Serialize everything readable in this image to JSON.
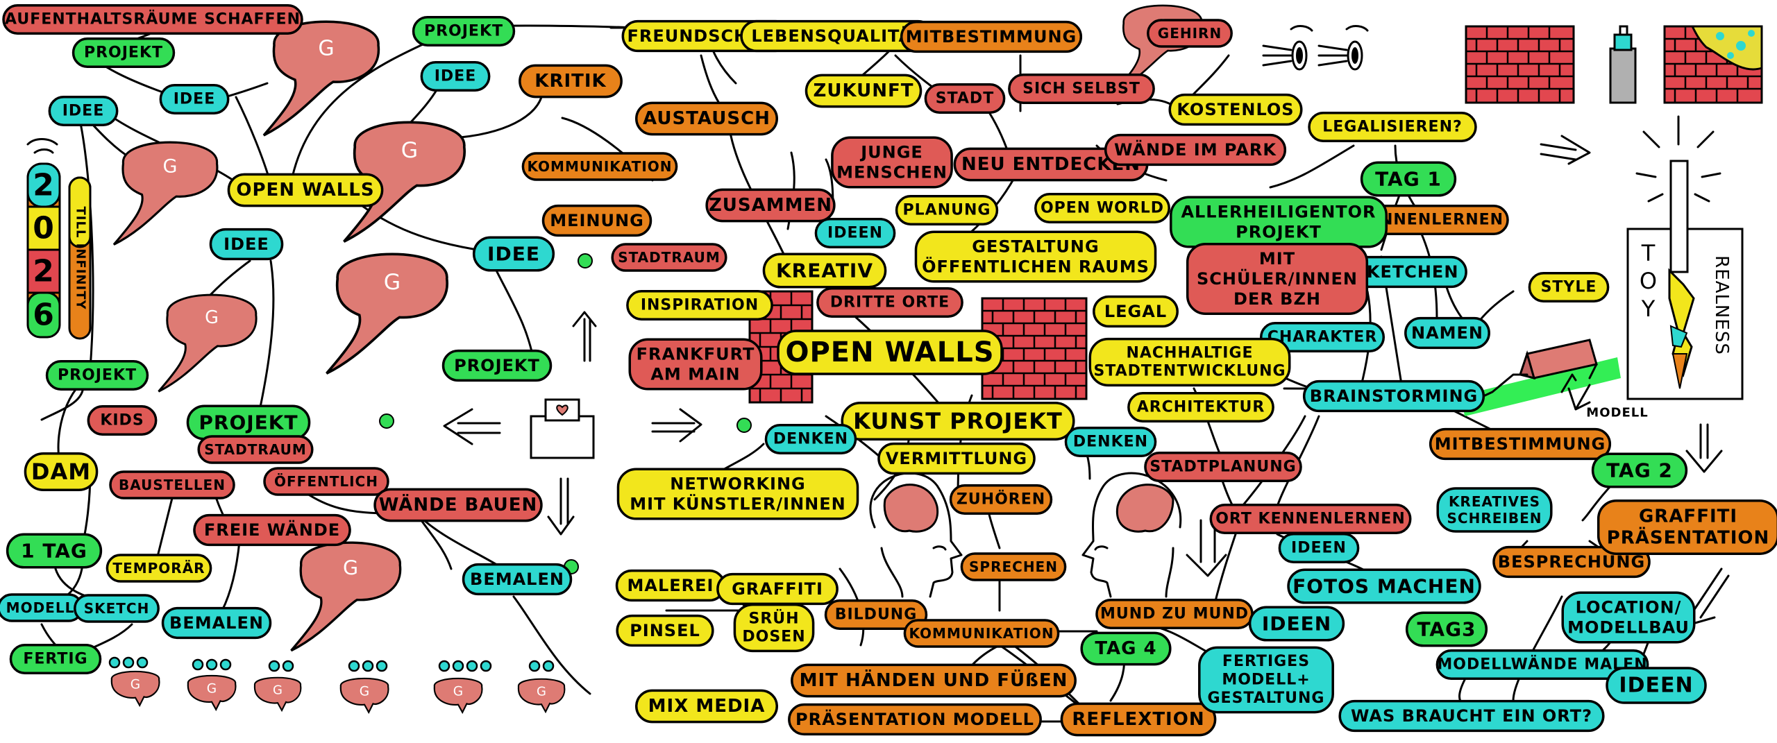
{
  "colors": {
    "yellow": "#f2e61c",
    "green": "#33dd55",
    "cyan": "#2ed8d0",
    "red": "#df5a56",
    "orange": "#e8821a",
    "bubble": "#de7b74",
    "wall": "#e2474f"
  },
  "nodes": {
    "aufenthaltsraeume": "AUFENTHALTSRÄUME SCHAFFEN",
    "projekt_tl": "PROJEKT",
    "idee_tl": "IDEE",
    "idee_left": "IDEE",
    "open_walls_left": "OPEN WALLS",
    "projekt_top": "PROJEKT",
    "idee_top": "IDEE",
    "idee_mid": "IDEE",
    "idee_center": "IDEE",
    "projekt_mid": "PROJEKT",
    "projekt_left": "PROJEKT",
    "kids": "KIDS",
    "dam": "DAM",
    "tag1_left": "1 TAG",
    "modell_left": "MODELL",
    "sketch": "SKETCH",
    "fertig": "FERTIG",
    "projekt_lower": "PROJEKT",
    "stadtraum_lower": "STADTRAUM",
    "baustellen": "BAUSTELLEN",
    "oeffentlich": "ÖFFENTLICH",
    "freie_waende": "FREIE WÄNDE",
    "waende_bauen": "WÄNDE BAUEN",
    "temporaer": "TEMPORÄR",
    "bemalen_left": "BEMALEN",
    "bemalen_mid": "BEMALEN",
    "kritik": "KRITIK",
    "kommunikation_top": "KOMMUNIKATION",
    "meinung": "MEINUNG",
    "austausch": "AUSTAUSCH",
    "freundschaft": "FREUNDSCHAFT",
    "lebensqualitaet": "LEBENSQUALITÄT",
    "mitbestimmung_top": "MITBESTIMMUNG",
    "zukunft": "ZUKUNFT",
    "gehirn": "GEHIRN",
    "stadt": "STADT",
    "sich_selbst": "SICH SELBST",
    "junge_menschen_1": "JUNGE",
    "junge_menschen_2": "MENSCHEN",
    "neu_entdecken": "NEU ENTDECKEN",
    "kostenlos": "KOSTENLOS",
    "waende_im_park": "WÄNDE IM PARK",
    "legalisieren": "LEGALISIEREN?",
    "zusammen": "ZUSAMMEN",
    "ideen_kreativ": "IDEEN",
    "stadtraum_mid": "STADTRAUM",
    "kreativ": "KREATIV",
    "inspiration": "INSPIRATION",
    "dritte_orte": "DRITTE ORTE",
    "planung": "PLANUNG",
    "open_world": "OPEN WORLD",
    "gestaltung_1": "GESTALTUNG",
    "gestaltung_2": "ÖFFENTLICHEN RAUMS",
    "legal": "LEGAL",
    "frankfurt_1": "FRANKFURT",
    "frankfurt_2": "AM MAIN",
    "open_walls_center": "OPEN WALLS",
    "kunst_projekt": "KUNST PROJEKT",
    "vermittlung": "VERMITTLUNG",
    "tag1_right": "TAG 1",
    "allerheiligentor_1": "ALLERHEILIGENTOR",
    "allerheiligentor_2": "PROJEKT",
    "kennenlernen": "KENNENLERNEN",
    "schueler_1": "MIT",
    "schueler_2": "SCHÜLER/INNEN",
    "schueler_3": "DER BZH",
    "sketchen": "SKETCHEN",
    "style": "STYLE",
    "charakter": "CHARAKTER",
    "namen": "NAMEN",
    "nachhaltige_1": "NACHHALTIGE",
    "nachhaltige_2": "STADTENTWICKLUNG",
    "architektur": "ARCHITEKTUR",
    "brainstorming": "BRAINSTORMING",
    "mitbestimmung_right": "MITBESTIMMUNG",
    "denken_left": "DENKEN",
    "denken_right": "DENKEN",
    "stadtplanung": "STADTPLANUNG",
    "tag2": "TAG 2",
    "networking_1": "NETWORKING",
    "networking_2": "MIT KÜNSTLER/INNEN",
    "zuhoeren": "ZUHÖREN",
    "ort_kennenlernen": "ORT KENNENLERNEN",
    "ideen_ort": "IDEEN",
    "kreatives_1": "KREATIVES",
    "kreatives_2": "SCHREIBEN",
    "graffiti_praes_1": "GRAFFITI",
    "graffiti_praes_2": "PRÄSENTATION",
    "sprechen": "SPRECHEN",
    "besprechung": "BESPRECHUNG",
    "malerei": "MALEREI",
    "graffiti": "GRAFFITI",
    "fotos_machen": "FOTOS MACHEN",
    "location_1": "LOCATION/",
    "location_2": "MODELLBAU",
    "pinsel": "PINSEL",
    "spruehdosen_1": "SRÜH",
    "spruehdosen_2": "DOSEN",
    "bildung": "BILDUNG",
    "kommunikation_bottom": "KOMMUNIKATION",
    "mund_zu_mund": "MUND ZU MUND",
    "ideen_bottom": "IDEEN",
    "tag3": "TAG3",
    "tag4": "TAG 4",
    "fertiges_1": "FERTIGES",
    "fertiges_2": "MODELL+",
    "fertiges_3": "GESTALTUNG",
    "modellwaende": "MODELLWÄNDE MALEN",
    "ideen_far_right": "IDEEN",
    "mit_haenden": "MIT HÄNDEN UND FÜßEN",
    "mix_media": "MIX MEDIA",
    "praesentation_modell": "PRÄSENTATION MODELL",
    "reflextion": "REFLEXTION",
    "was_braucht": "WAS BRAUCHT EIN ORT?"
  },
  "vertical_labels": {
    "year": [
      "2",
      "0",
      "2",
      "6"
    ],
    "till_infinity": "TILL INFINITY",
    "toy": [
      "T",
      "O",
      "Y"
    ],
    "realness": "REALNESS"
  },
  "annotations": {
    "modell": "MODELL"
  },
  "bubble_letter": "G"
}
